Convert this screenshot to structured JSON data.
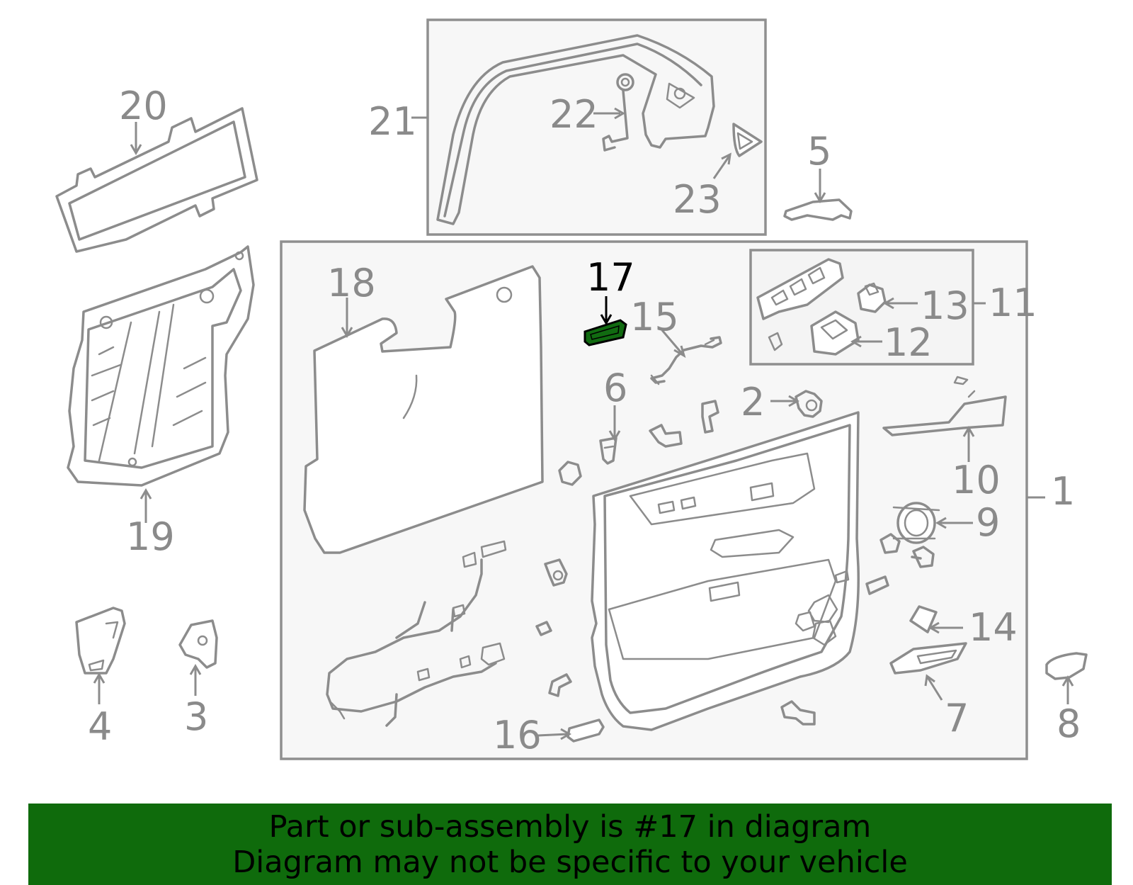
{
  "diagram": {
    "highlighted_part": "17",
    "colors": {
      "line": "#8c8c8c",
      "highlight_fill": "#116b11",
      "banner": "#0f6b0c",
      "box_fill": "#f7f7f7"
    },
    "callouts": {
      "c1": "1",
      "c2": "2",
      "c3": "3",
      "c4": "4",
      "c5": "5",
      "c6": "6",
      "c7": "7",
      "c8": "8",
      "c9": "9",
      "c10": "10",
      "c11": "11",
      "c12": "12",
      "c13": "13",
      "c14": "14",
      "c15": "15",
      "c16": "16",
      "c17": "17",
      "c18": "18",
      "c19": "19",
      "c20": "20",
      "c21": "21",
      "c22": "22",
      "c23": "23"
    }
  },
  "banner": {
    "line1": "Part or sub-assembly is #17 in diagram",
    "line2": "Diagram may not be specific to your vehicle"
  }
}
